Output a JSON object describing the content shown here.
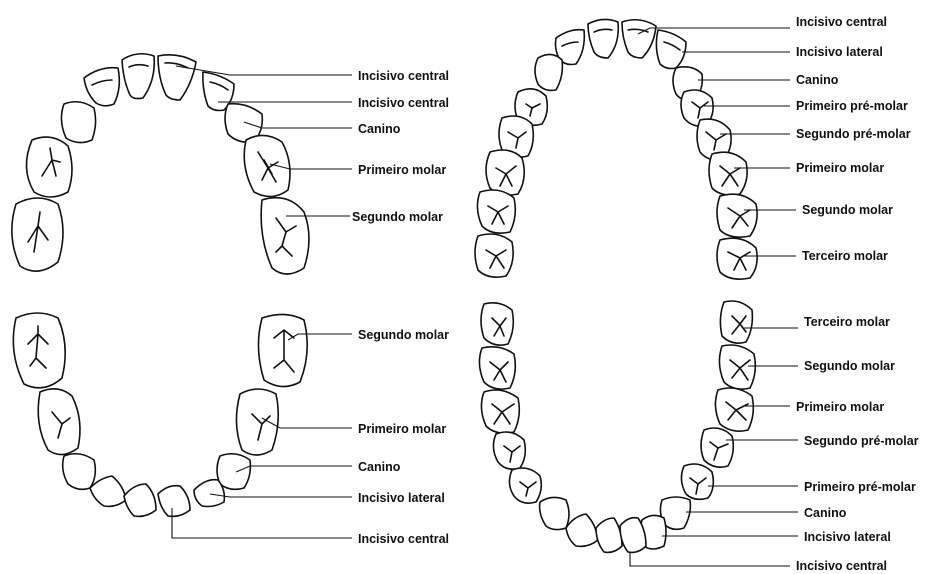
{
  "diagrams": [
    {
      "arch": "primary-upper",
      "labels": [
        "Incisivo central",
        "Incisivo central",
        "Canino",
        "Primeiro molar",
        "Segundo molar"
      ]
    },
    {
      "arch": "permanent-upper",
      "labels": [
        "Incisivo central",
        "Incisivo lateral",
        "Canino",
        "Primeiro pré-molar",
        "Segundo pré-molar",
        "Primeiro molar",
        "Segundo molar",
        "Terceiro molar"
      ]
    },
    {
      "arch": "primary-lower",
      "labels": [
        "Segundo molar",
        "Primeiro molar",
        "Canino",
        "Incisivo lateral",
        "Incisivo central"
      ]
    },
    {
      "arch": "permanent-lower",
      "labels": [
        "Terceiro molar",
        "Segundo molar",
        "Primeiro molar",
        "Segundo pré-molar",
        "Primeiro pré-molar",
        "Canino",
        "Incisivo lateral",
        "Incisivo central"
      ]
    }
  ]
}
